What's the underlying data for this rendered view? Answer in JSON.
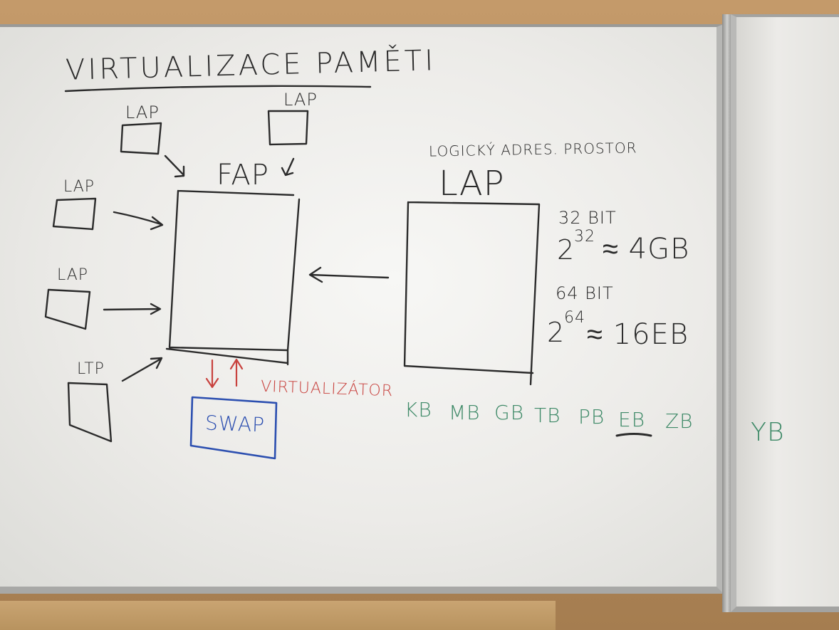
{
  "title": "VIRTUALIZACE PAMĚTI",
  "left_cluster": {
    "lap_labels": [
      "LAP",
      "LAP",
      "LAP",
      "LAP",
      "LTP"
    ],
    "fap_label": "FAP"
  },
  "logical_space": {
    "caption": "LOGICKÝ ADRES. PROSTOR",
    "label": "LAP"
  },
  "bits_32": {
    "label": "32 BIT",
    "base": "2",
    "exponent": "32",
    "approx": "≈ 4GB"
  },
  "bits_64": {
    "label": "64 BIT",
    "base": "2",
    "exponent": "64",
    "approx": "≈ 16EB"
  },
  "virtualizer_label": "VIRTUALIZÁTOR",
  "swap_label": "SWAP",
  "units": [
    "KB",
    "MB",
    "GB",
    "TB",
    "PB",
    "EB",
    "ZB"
  ],
  "units_highlight": "EB",
  "wing_unit": "YB",
  "colors": {
    "ink_black": "#2b2b2b",
    "ink_red": "#c8423e",
    "ink_blue": "#2c4fb0",
    "ink_green": "#3f8a68",
    "board": "#f2f2f0"
  }
}
